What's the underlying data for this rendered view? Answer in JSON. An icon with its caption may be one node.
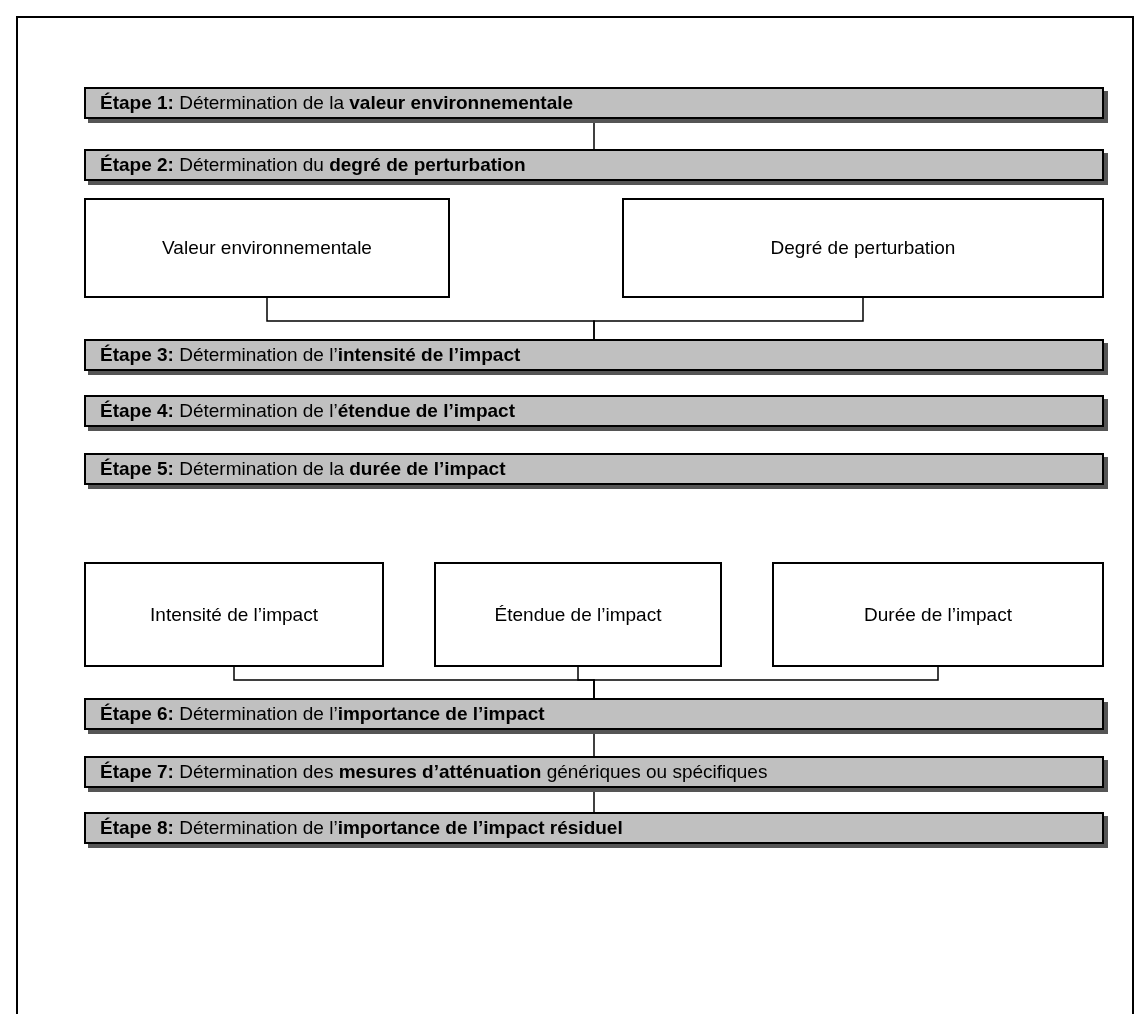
{
  "diagram": {
    "nodes": [
      {
        "text": [
          "**Étape 1:** Détermination de la **valeur environnementale**"
        ]
      },
      {
        "text": [
          "**Étape 2:** Détermination du **degré de perturbation**"
        ]
      },
      {
        "text": [
          "Valeur environnementale"
        ]
      },
      {
        "text": [
          "Degré de perturbation"
        ]
      },
      {
        "text": [
          "**Étape 3:** Détermination de l’**intensité de l’impact**"
        ]
      },
      {
        "text": [
          "**Étape 4:** Détermination de l’**étendue de l’impact**"
        ]
      },
      {
        "text": [
          "**Étape 5:** Détermination de la **durée de l’impact**"
        ]
      },
      {
        "text": [
          "Intensité de l’impact"
        ]
      },
      {
        "text": [
          "Étendue de l’impact"
        ]
      },
      {
        "text": [
          "Durée de l’impact"
        ]
      },
      {
        "text": [
          "**Étape 6:** Détermination de l’**importance de l’impact**"
        ]
      },
      {
        "text": [
          "**Étape 7:** Détermination des **mesures d’atténuation** génériques ou spécifiques"
        ]
      },
      {
        "text": [
          "**Étape 8:** Détermination de l’**importance de l’impact résiduel**"
        ]
      }
    ],
    "edges": [
      {
        "from": 0,
        "to": 1,
        "arrow": "none"
      },
      {
        "from": 2,
        "to": 4,
        "arrow": "none"
      },
      {
        "from": 3,
        "to": 4,
        "arrow": "none"
      },
      {
        "from": 7,
        "to": 10,
        "arrow": "none"
      },
      {
        "from": 8,
        "to": 10,
        "arrow": "none"
      },
      {
        "from": 9,
        "to": 10,
        "arrow": "none"
      },
      {
        "from": 10,
        "to": 11,
        "arrow": "none"
      },
      {
        "from": 11,
        "to": 12,
        "arrow": "none"
      }
    ]
  }
}
